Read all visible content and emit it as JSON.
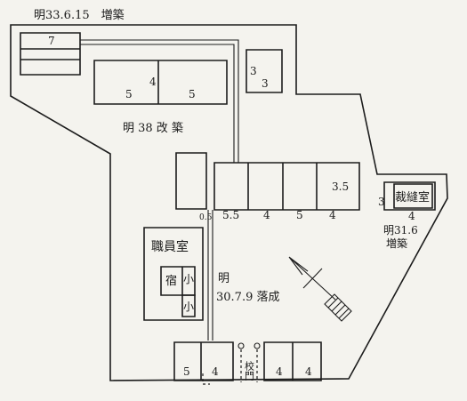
{
  "annotations": {
    "addition_1900": "明33.6.15　増築",
    "renovation_1905": "明 38 改 築",
    "addition_1898": "明31.6",
    "addition_1898_b": "増築",
    "completion_1897_a": "明",
    "completion_1897_b": "30.7.9 落成"
  },
  "rooms": {
    "top_left": "7",
    "upper_left_a": "5",
    "upper_left_b": "4",
    "upper_left_c": "5",
    "north_small_a": "3",
    "north_small_b": "3",
    "center_a": "5.5",
    "center_b": "4",
    "center_c": "5",
    "center_d": "4",
    "center_e": "3.5",
    "corridor": "0.5",
    "sewing_left": "3",
    "sewing_name": "裁縫室",
    "sewing_bottom": "4",
    "staff_room": "職員室",
    "night_duty": "宿",
    "small_a": "小",
    "small_b": "小",
    "bottom_left_a": "5",
    "bottom_left_b": "4",
    "bottom_right_a": "4",
    "bottom_right_b": "4"
  },
  "gate": "校門"
}
